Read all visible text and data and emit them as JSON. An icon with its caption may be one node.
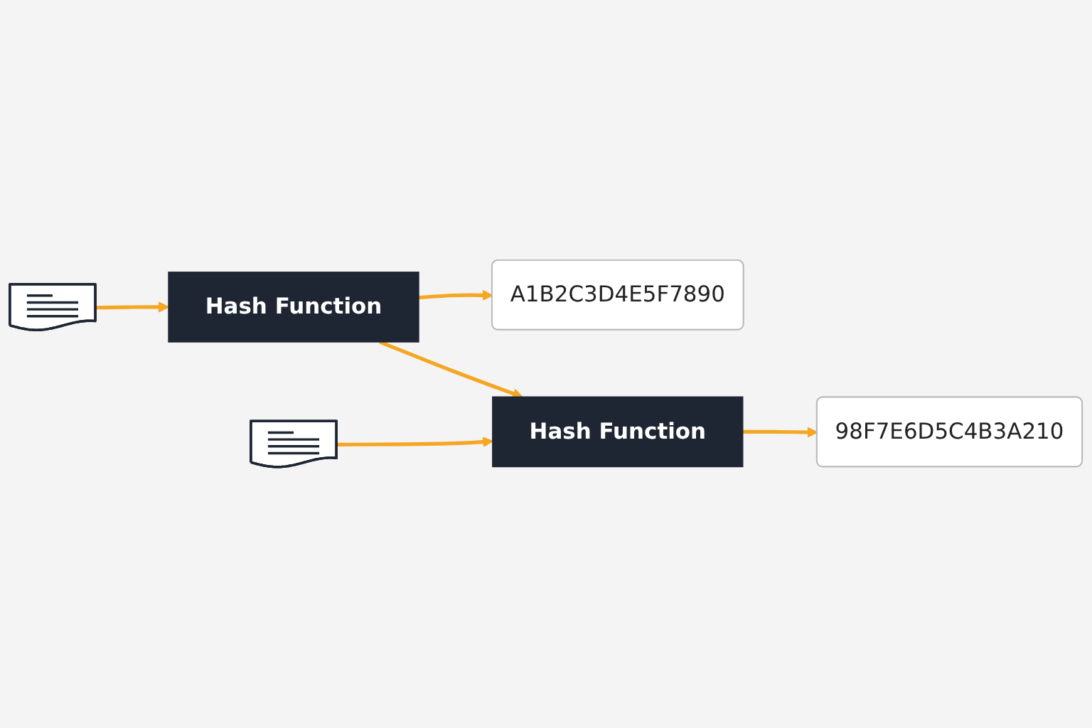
{
  "diagram": {
    "nodes": [
      {
        "text": [],
        "shape": "document"
      },
      {
        "text": [
          "Hash Function"
        ]
      },
      {
        "text": [
          "A1B2C3D4E5F7890"
        ]
      },
      {
        "text": [],
        "shape": "document"
      },
      {
        "text": [
          "Hash Function"
        ]
      },
      {
        "text": [
          "98F7E6D5C4B3A210"
        ]
      }
    ],
    "edges": [
      {
        "from": 0,
        "to": 1,
        "arrow": "to"
      },
      {
        "from": 1,
        "to": 2,
        "arrow": "to"
      },
      {
        "from": 1,
        "to": 4,
        "arrow": "to"
      },
      {
        "from": 3,
        "to": 4,
        "arrow": "to"
      },
      {
        "from": 4,
        "to": 5,
        "arrow": "to"
      }
    ]
  }
}
